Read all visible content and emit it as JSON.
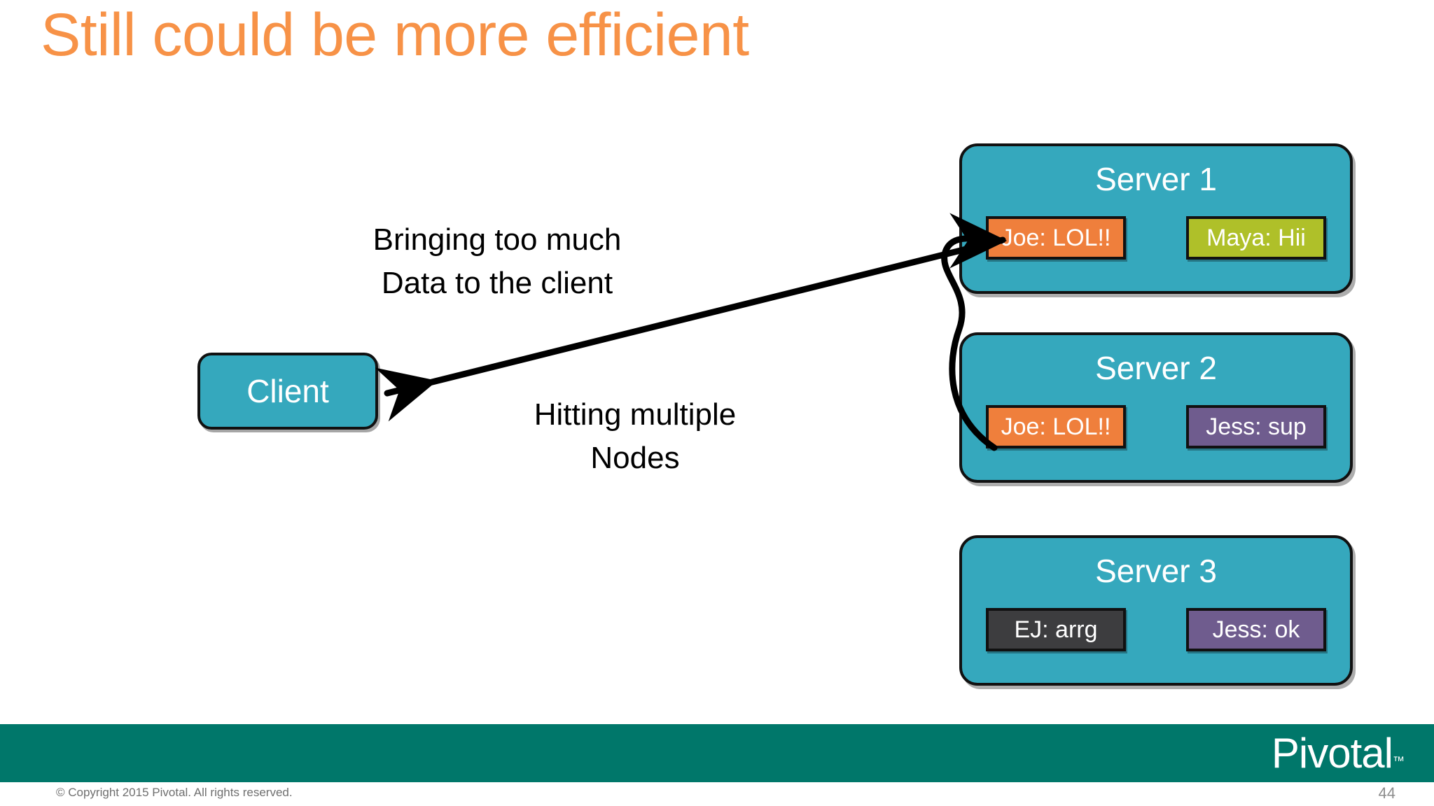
{
  "slide": {
    "title": "Still could be more efficient",
    "title_color": "#F79247",
    "background": "#FFFFFF"
  },
  "callouts": {
    "bringing": {
      "line1": "Bringing too much",
      "line2": "Data to the client"
    },
    "hitting": {
      "line1": "Hitting multiple",
      "line2": "Nodes"
    }
  },
  "client": {
    "label": "Client",
    "fill": "#35A8BD"
  },
  "servers": [
    {
      "title": "Server 1",
      "fill": "#35A8BD",
      "messages": [
        {
          "text": "Joe: LOL!!",
          "color": "#EF7F3C",
          "style": "orange"
        },
        {
          "text": "Maya: Hii",
          "color": "#AFC029",
          "style": "olive"
        }
      ]
    },
    {
      "title": "Server 2",
      "fill": "#35A8BD",
      "messages": [
        {
          "text": "Joe: LOL!!",
          "color": "#EF7F3C",
          "style": "orange"
        },
        {
          "text": "Jess: sup",
          "color": "#6F5C8E",
          "style": "purple"
        }
      ]
    },
    {
      "title": "Server 3",
      "fill": "#35A8BD",
      "messages": [
        {
          "text": "EJ: arrg",
          "color": "#3D3D3F",
          "style": "dark"
        },
        {
          "text": "Jess: ok",
          "color": "#6F5C8E",
          "style": "purple"
        }
      ]
    }
  ],
  "connectors": {
    "client_arrow_name": "arrow-server1-to-client",
    "replica_link_name": "curve-server2-to-server1"
  },
  "footer": {
    "band_color": "#00776A",
    "brand": "Pivotal",
    "trademark": "™",
    "copyright": "© Copyright 2015 Pivotal. All rights reserved.",
    "page_number": "44"
  }
}
